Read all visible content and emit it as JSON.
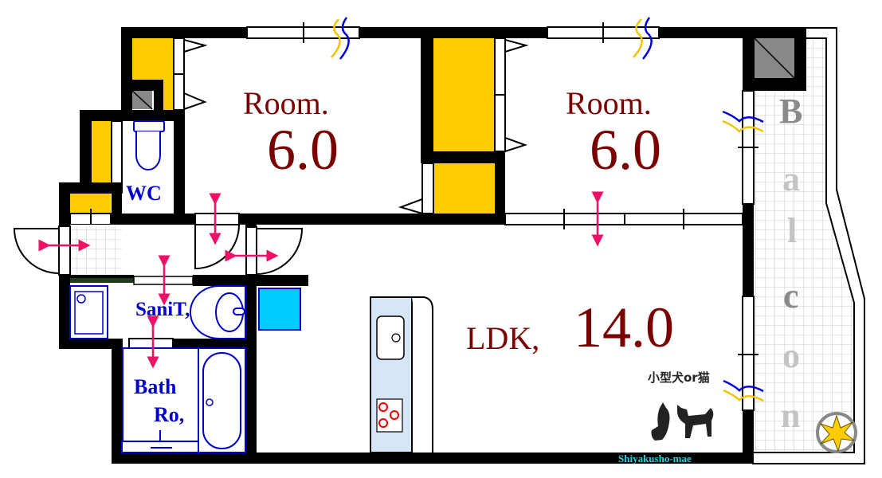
{
  "floorplan": {
    "rooms": [
      {
        "id": "room1",
        "name": "Room.",
        "size": "6.0"
      },
      {
        "id": "room2",
        "name": "Room.",
        "size": "6.0"
      },
      {
        "id": "ldk",
        "name": "LDK,",
        "size": "14.0"
      }
    ],
    "wet_areas": {
      "wc": "WC",
      "sanitary": "SaniT,",
      "bath_line1": "Bath",
      "bath_line2": "Ro,"
    },
    "balcony_letters": [
      "B",
      "a",
      "l",
      "c",
      "o",
      "n"
    ],
    "pet_note": "小型犬or猫",
    "station": "Shiyakusho-mae",
    "icons": [
      "window-icon",
      "door-swing-icon",
      "double-arrow-icon",
      "toilet-icon",
      "sink-icon",
      "bathtub-icon",
      "washer-pan-icon",
      "kitchen-sink-icon",
      "stove-icon",
      "cat-silhouette-icon",
      "dog-silhouette-icon",
      "ac-vent-icon",
      "pipe-shaft-icon",
      "balcony-drain-icon"
    ],
    "colors": {
      "wall": "#000000",
      "closet": "#ffcc00",
      "room_label": "#7a0000",
      "wet_label": "#0000cc",
      "arrow": "#ee1166",
      "washer": "#00ccff",
      "kitchen_counter": "#d6e6f7",
      "ac_blue": "#0000dd",
      "ac_yellow": "#f5c400",
      "balcony_grid": "#c8c8c8",
      "balcony_text": "#8a8a8a",
      "station_text": "#22d4e0"
    }
  }
}
